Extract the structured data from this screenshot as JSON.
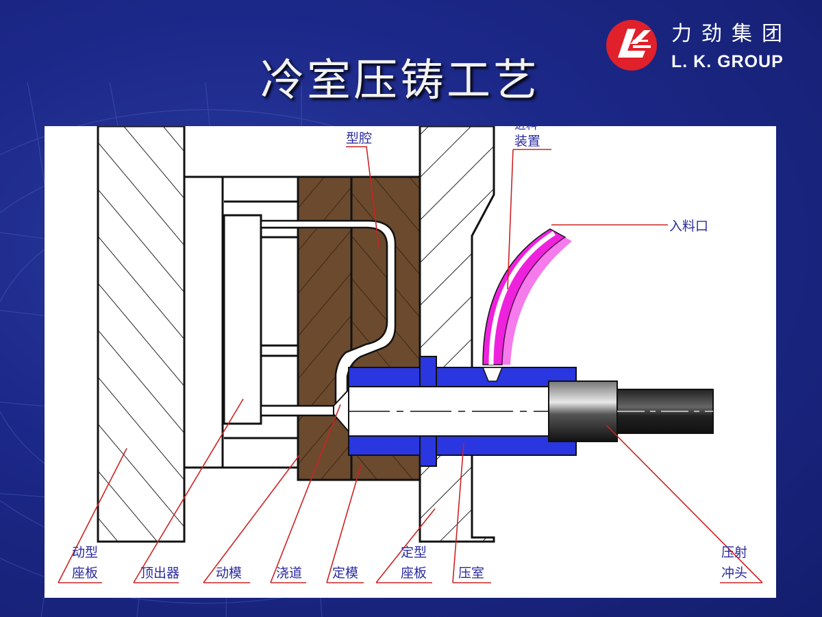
{
  "slide": {
    "title": "冷室压铸工艺"
  },
  "logo": {
    "cn": "力劲集团",
    "en": "L. K. GROUP"
  },
  "diagram": {
    "labels": {
      "cavity": "型腔",
      "feeder_top": "进料",
      "feeder_bottom": "装置",
      "inlet": "入料口",
      "moving_platen_1": "动型",
      "moving_platen_2": "座板",
      "ejector": "顶出器",
      "moving_die": "动模",
      "runner": "浇道",
      "fixed_die": "定模",
      "fixed_platen_1": "定型",
      "fixed_platen_2": "座板",
      "shot_sleeve": "压室",
      "plunger_1": "压射",
      "plunger_2": "冲头"
    }
  },
  "colors": {
    "background": "#1c2888",
    "die": "#6b4a2e",
    "sleeve": "#2a36e0",
    "feeder": "#ee22dd",
    "label": "#2a2aa0",
    "leader": "#cc2222",
    "logo_red": "#e0202a"
  }
}
